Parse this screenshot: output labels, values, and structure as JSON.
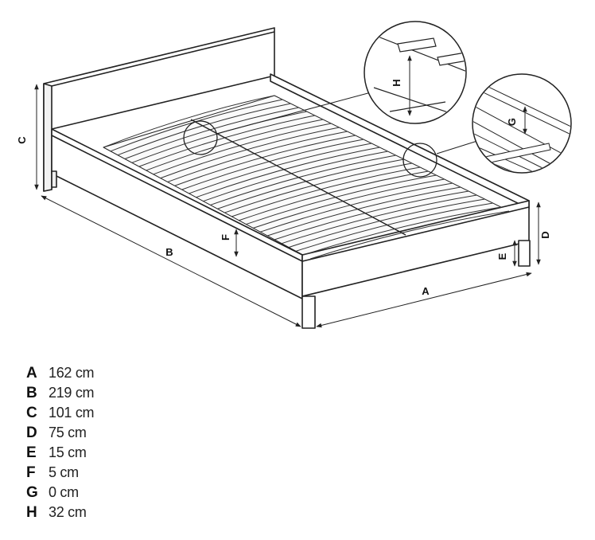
{
  "labels": {
    "A": "A",
    "B": "B",
    "C": "C",
    "D": "D",
    "E": "E",
    "F": "F",
    "G": "G",
    "H": "H"
  },
  "dimensions": [
    {
      "letter": "A",
      "value": "162 cm"
    },
    {
      "letter": "B",
      "value": "219 cm"
    },
    {
      "letter": "C",
      "value": "101 cm"
    },
    {
      "letter": "D",
      "value": "75 cm"
    },
    {
      "letter": "E",
      "value": "15 cm"
    },
    {
      "letter": "F",
      "value": "5 cm"
    },
    {
      "letter": "G",
      "value": "0 cm"
    },
    {
      "letter": "H",
      "value": "32 cm"
    }
  ]
}
